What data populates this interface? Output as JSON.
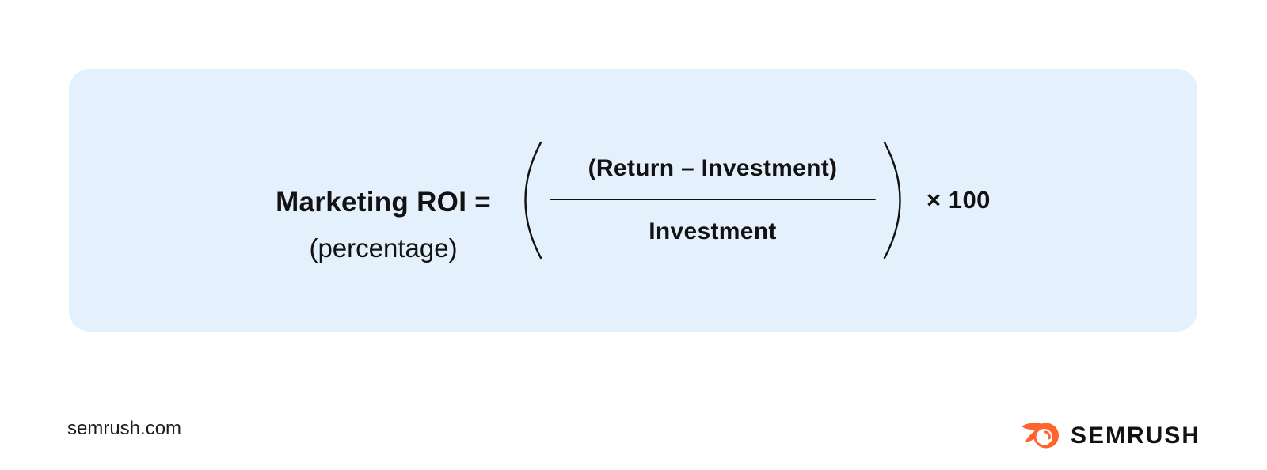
{
  "colors": {
    "page_bg": "#FFFFFF",
    "panel_bg": "#E4F1FC",
    "text": "#121212",
    "brand_orange": "#FF642D"
  },
  "formula": {
    "label_line1": "Marketing ROI =",
    "label_line2": "(percentage)",
    "numerator": "(Return – Investment)",
    "denominator": "Investment",
    "multiplier": "× 100"
  },
  "footer": {
    "site": "semrush.com",
    "brand_wordmark": "SEMRUSH"
  }
}
